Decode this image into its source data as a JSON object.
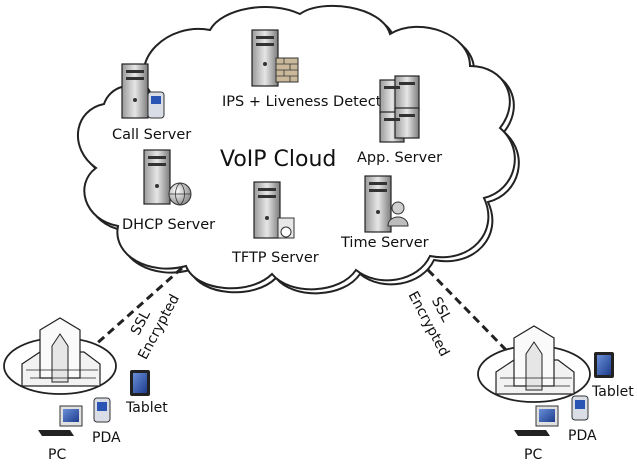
{
  "cloud": {
    "title": "VoIP Cloud",
    "servers": {
      "ips": "IPS + Liveness Detection",
      "call": "Call Server",
      "app": "App. Server",
      "dhcp": "DHCP Server",
      "tftp": "TFTP Server",
      "time": "Time Server"
    }
  },
  "links": {
    "left": {
      "line1": "SSL",
      "line2": "Encrypted"
    },
    "right": {
      "line1": "SSL",
      "line2": "Encrypted"
    }
  },
  "left_site": {
    "tablet": "Tablet",
    "pda": "PDA",
    "pc": "PC"
  },
  "right_site": {
    "tablet": "Tablet",
    "pda": "PDA",
    "pc": "PC"
  }
}
